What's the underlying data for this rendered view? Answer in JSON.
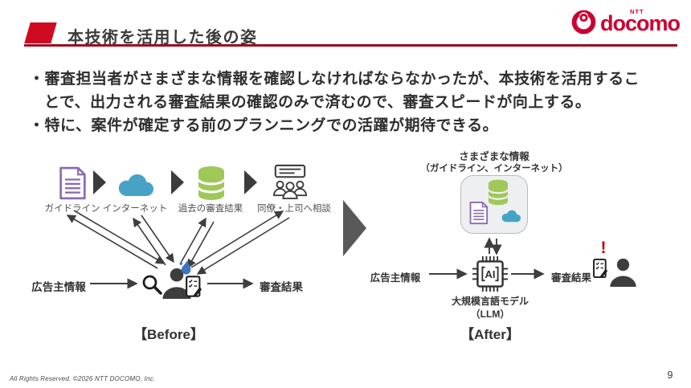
{
  "slide": {
    "title": "本技術を活用した後の姿",
    "page_number": "9",
    "copyright": "All Rights Reserved. ©2026 NTT DOCOMO, Inc."
  },
  "logo": {
    "ntt": "NTT",
    "brand": "docomo"
  },
  "bullets": {
    "marker": "・",
    "items": [
      "審査担当者がさまざまな情報を確認しなければならなかったが、本技術を活用することで、出力される審査結果の確認のみで済むので、審査スピードが向上する。",
      "特に、案件が確定する前のプランニングでの活躍が期待できる。"
    ]
  },
  "before": {
    "caption": "【Before】",
    "input_label": "広告主情報",
    "output_label": "審査結果",
    "sources": [
      {
        "icon": "document-icon",
        "label": "ガイドライン"
      },
      {
        "icon": "cloud-icon",
        "label": "インターネット"
      },
      {
        "icon": "database-icon",
        "label": "過去の審査結果"
      },
      {
        "icon": "people-consult-icon",
        "label": "同僚・上司へ相談"
      }
    ]
  },
  "after": {
    "caption": "【After】",
    "info_title": "さまざまな情報",
    "info_note": "（ガイドライン、インターネット）",
    "input_label": "広告主情報",
    "output_label": "審査結果",
    "chip_label": "AI",
    "model_name": "大規模言語モデル",
    "model_abbr": "（LLM）",
    "alert_mark": "!"
  },
  "colors": {
    "accent_red": "#cc0033",
    "header_red": "#cf0b21",
    "underline_red": "#9d0a1d",
    "doc_purple": "#8d6bad",
    "cloud_blue": "#47a3c6",
    "db_green": "#9fc857",
    "ink": "#3e3e3e",
    "drop_blue": "#3c76bd",
    "alert_red": "#c00000",
    "panel_gray": "#595959"
  }
}
